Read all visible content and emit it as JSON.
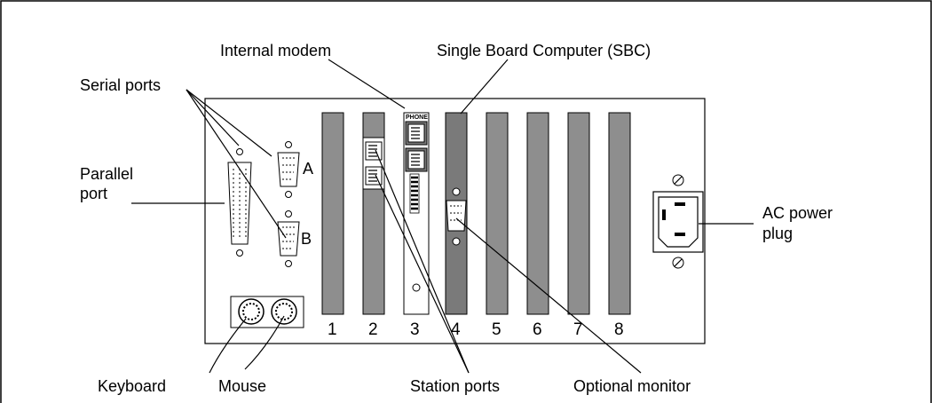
{
  "labels": {
    "internal_modem": "Internal modem",
    "sbc": "Single Board Computer (SBC)",
    "serial_ports": "Serial ports",
    "parallel_line1": "Parallel",
    "parallel_line2": "port",
    "ac_line1": "AC power",
    "ac_line2": "plug",
    "keyboard": "Keyboard",
    "mouse": "Mouse",
    "station_ports": "Station ports",
    "optional_monitor": "Optional monitor",
    "port_a": "A",
    "port_b": "B",
    "phone": "PHONE"
  },
  "slots": [
    "1",
    "2",
    "3",
    "4",
    "5",
    "6",
    "7",
    "8"
  ]
}
